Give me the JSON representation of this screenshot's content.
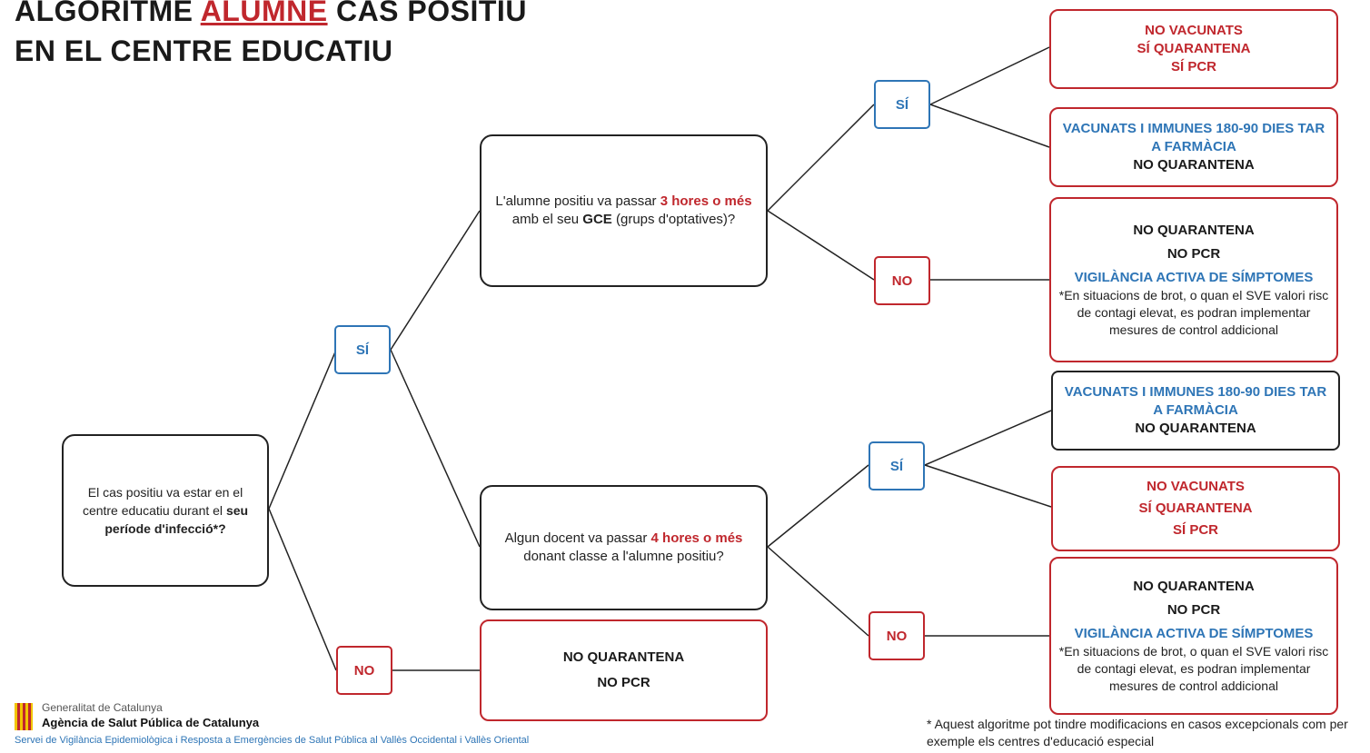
{
  "title": {
    "line1_prefix": "ALGORITME ",
    "line1_highlight": "ALUMNE",
    "line1_suffix": " CAS POSITIU",
    "line2": "EN EL CENTRE EDUCATIU"
  },
  "q_root": {
    "p1": "El cas positiu va estar en el centre educatiu durant el",
    "p2": "seu període d'infecció*?"
  },
  "q_gce": {
    "p1": "L'alumne positiu va passar ",
    "hl": "3 hores o més",
    "p2": " amb el seu ",
    "bold": "GCE",
    "p3": " (grups d'optatives)?"
  },
  "q_docent": {
    "p1": "Algun docent va passar ",
    "hl": "4 hores o més",
    "p2": " donant classe a l'alumne positiu?"
  },
  "labels": {
    "si1": "SÍ",
    "no1": "NO",
    "si2": "SÍ",
    "no2": "NO",
    "si3": "SÍ",
    "no3": "NO"
  },
  "results": {
    "r1": {
      "l1": "NO VACUNATS",
      "l2": "SÍ QUARANTENA",
      "l3": "SÍ PCR"
    },
    "r2": {
      "l1": "VACUNATS I IMMUNES 180-90 DIES TAR A FARMÀCIA",
      "l2": "NO QUARANTENA"
    },
    "r3": {
      "l1": "NO QUARANTENA",
      "l2": "NO PCR",
      "l3": "VIGILÀNCIA ACTIVA DE SÍMPTOMES",
      "l4": "*En situacions de brot, o quan el SVE valori risc de contagi elevat, es podran implementar mesures de control addicional"
    },
    "r4": {
      "l1": "VACUNATS I IMMUNES 180-90 DIES TAR A FARMÀCIA",
      "l2": "NO QUARANTENA"
    },
    "r5": {
      "l1": "NO VACUNATS",
      "l2": "SÍ QUARANTENA",
      "l3": "SÍ PCR"
    },
    "r6": {
      "l1": "NO QUARANTENA",
      "l2": "NO PCR",
      "l3": "VIGILÀNCIA ACTIVA DE SÍMPTOMES",
      "l4": "*En situacions de brot, o quan el SVE valori risc de contagi elevat, es podran implementar mesures de control addicional"
    },
    "r7": {
      "l1": "NO QUARANTENA",
      "l2": "NO PCR"
    }
  },
  "footer": {
    "generalitat": "Generalitat de Catalunya",
    "agency": "Agència de Salut Pública de Catalunya",
    "service": "Servei de Vigilància Epidemiològica i Resposta a Emergències de Salut Pública al Vallès Occidental i Vallès Oriental",
    "note": "* Aquest algoritme pot tindre modificacions en casos excepcionals com  per exemple els centres d'educació especial"
  },
  "colors": {
    "red": "#c0272d",
    "blue": "#2e75b6",
    "text": "#222222"
  }
}
